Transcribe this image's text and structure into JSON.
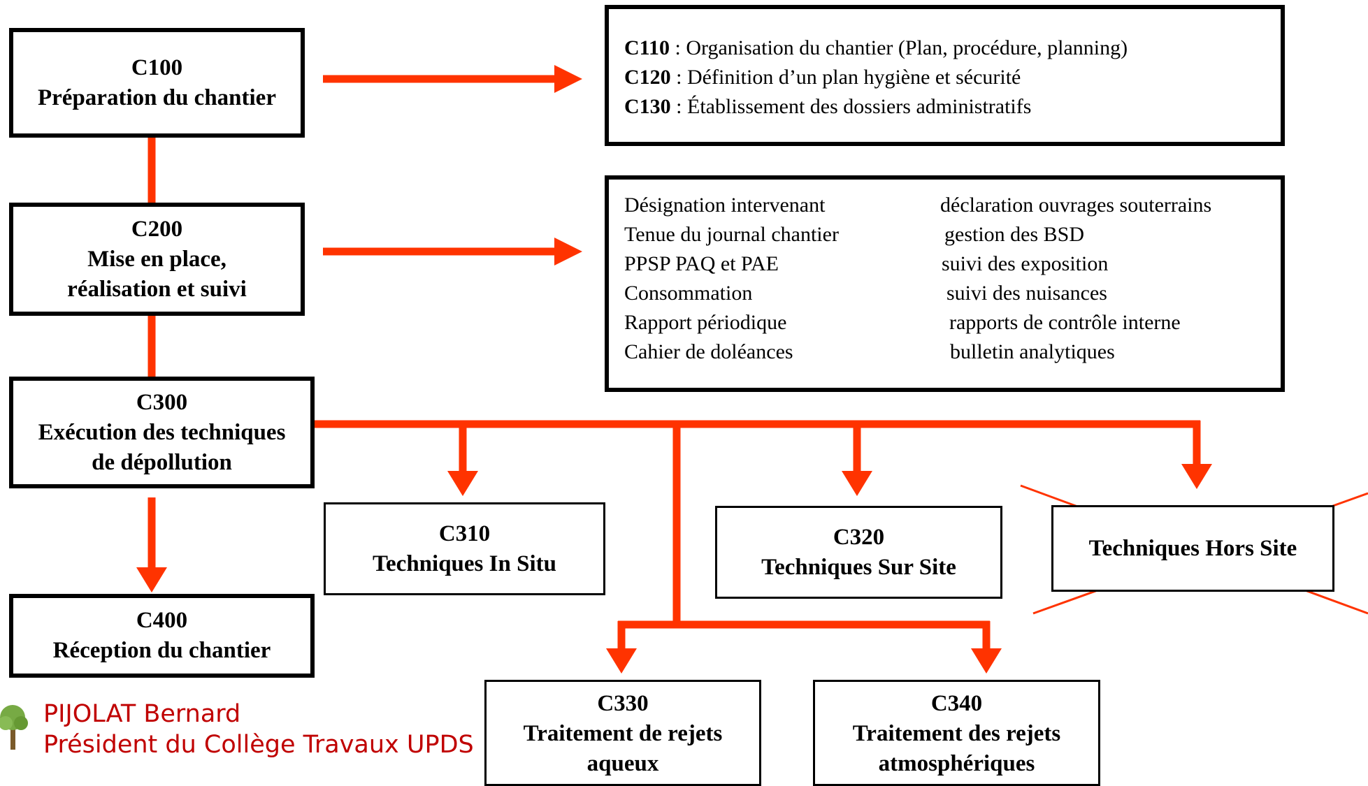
{
  "colors": {
    "connector": "#ff3300",
    "border": "#000000",
    "credit": "#c00000",
    "logo": "#77aa44"
  },
  "c100": {
    "code": "C100",
    "title": "Préparation du chantier"
  },
  "c200": {
    "code": "C200",
    "title_line1": "Mise en place,",
    "title_line2": "réalisation et suivi"
  },
  "c300": {
    "code": "C300",
    "title_line1": "Exécution des techniques",
    "title_line2": "de dépollution"
  },
  "c400": {
    "code": "C400",
    "title": "Réception du chantier"
  },
  "c100_details": [
    {
      "code": "C110",
      "text": " : Organisation du chantier  (Plan, procédure, planning)"
    },
    {
      "code": "C120",
      "text": " : Définition d’un plan hygiène et sécurité"
    },
    {
      "code": "C130",
      "text": " : Établissement des dossiers administratifs"
    }
  ],
  "c200_details": {
    "left": [
      "Désignation intervenant",
      "Tenue du journal chantier",
      "PPSP  PAQ et PAE",
      "Consommation",
      "Rapport périodique",
      "Cahier de doléances"
    ],
    "right": [
      "déclaration ouvrages souterrains",
      "gestion des BSD",
      "suivi des exposition",
      "suivi des nuisances",
      "rapports de contrôle interne",
      "bulletin analytiques"
    ]
  },
  "c310": {
    "code": "C310",
    "title": "Techniques In Situ"
  },
  "c320": {
    "code": "C320",
    "title": "Techniques Sur Site"
  },
  "offsite": {
    "title": "Techniques Hors Site",
    "crossed_out": true
  },
  "c330": {
    "code": "C330",
    "title_line1": "Traitement de rejets",
    "title_line2": "aqueux"
  },
  "c340": {
    "code": "C340",
    "title_line1": "Traitement des rejets",
    "title_line2": "atmosphériques"
  },
  "credit": {
    "name": "PIJOLAT Bernard",
    "role": "Président du Collège Travaux UPDS"
  },
  "logo_icon": "tree-icon"
}
